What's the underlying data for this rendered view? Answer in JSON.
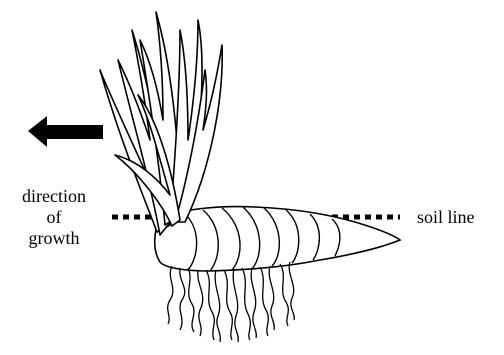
{
  "labels": {
    "direction": [
      "direction",
      "of",
      "growth"
    ],
    "soil_line": "soil line"
  },
  "colors": {
    "ink": "#000000",
    "background": "#ffffff"
  },
  "icons": {
    "arrow": "left-arrow-icon"
  }
}
